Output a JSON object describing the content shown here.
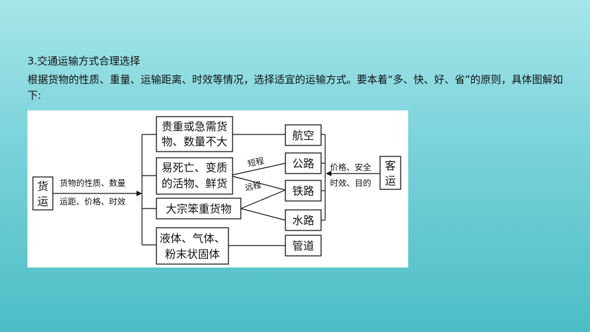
{
  "slide": {
    "heading": "3.交通运输方式合理选择",
    "paragraph": "根据货物的性质、重量、运输距离、时效等情况，选择适宜的运输方式。要本着“多、快、好、省”的原则，具体图解如下:"
  },
  "diagram": {
    "freight": {
      "line1": "货",
      "line2": "运"
    },
    "freight_factors": {
      "line1": "货物的性质、数量",
      "line2": "运距、价格、时效"
    },
    "cargo_types": {
      "valuable": {
        "line1": "贵重或急需货",
        "line2": "物、数量不大"
      },
      "perishable": {
        "line1": "易死亡、变质",
        "line2": "的活物、鲜货"
      },
      "bulk": {
        "line1": "大宗笨重货物"
      },
      "liquid": {
        "line1": "液体、气体、",
        "line2": "粉末状固体"
      }
    },
    "transport_modes": {
      "air": "航空",
      "road": "公路",
      "rail": "铁路",
      "water": "水路",
      "pipeline": "管道"
    },
    "distance_labels": {
      "short": "短程",
      "long": "远程"
    },
    "passenger": {
      "line1": "客",
      "line2": "运"
    },
    "passenger_factors": {
      "line1": "价格、安全",
      "line2": "时效、目的"
    }
  }
}
